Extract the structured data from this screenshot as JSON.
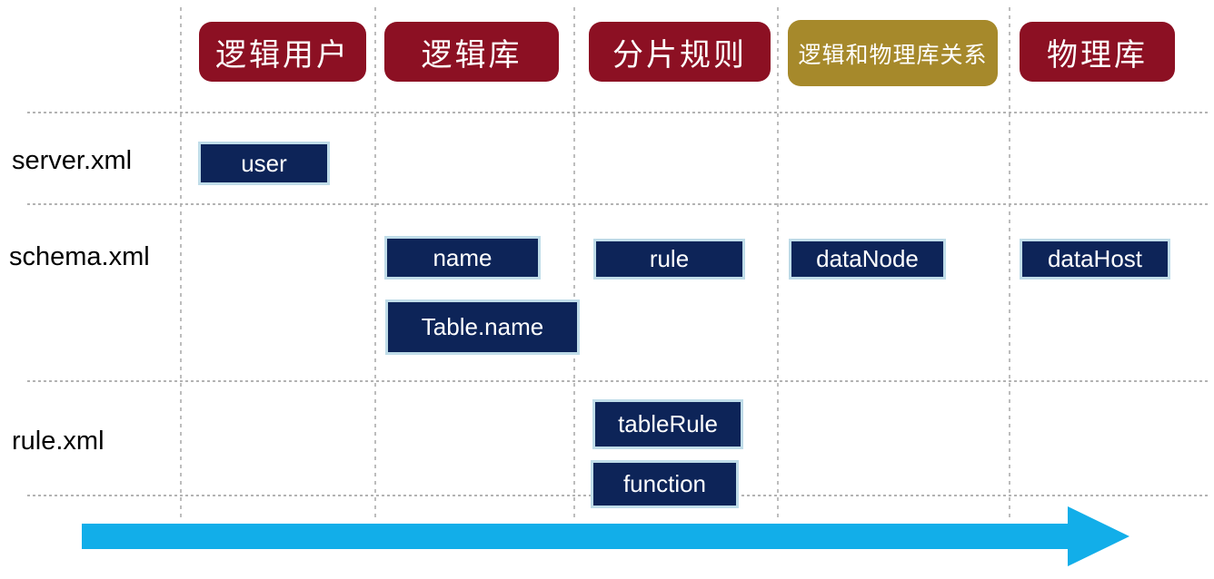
{
  "diagram": {
    "columns": [
      {
        "label": "逻辑用户",
        "color": "#8C1023"
      },
      {
        "label": "逻辑库",
        "color": "#8C1023"
      },
      {
        "label": "分片规则",
        "color": "#8C1023"
      },
      {
        "label": "逻辑和物理库关系",
        "color": "#A6892B"
      },
      {
        "label": "物理库",
        "color": "#8C1023"
      }
    ],
    "rows": [
      {
        "label": "server.xml"
      },
      {
        "label": "schema.xml"
      },
      {
        "label": "rule.xml"
      }
    ],
    "nodes": [
      {
        "label": "user",
        "row": "server.xml",
        "column": "逻辑用户"
      },
      {
        "label": "name",
        "row": "schema.xml",
        "column": "逻辑库"
      },
      {
        "label": "Table.name",
        "row": "schema.xml",
        "column": "逻辑库"
      },
      {
        "label": "rule",
        "row": "schema.xml",
        "column": "分片规则"
      },
      {
        "label": "dataNode",
        "row": "schema.xml",
        "column": "逻辑和物理库关系"
      },
      {
        "label": "dataHost",
        "row": "schema.xml",
        "column": "物理库"
      },
      {
        "label": "tableRule",
        "row": "rule.xml",
        "column": "分片规则"
      },
      {
        "label": "function",
        "row": "rule.xml",
        "column": "分片规则"
      }
    ],
    "colors": {
      "header_red": "#8C1023",
      "header_gold": "#A6892B",
      "node_fill": "#0D2458",
      "node_border": "#BFDCE8",
      "arrow": "#12AEE9",
      "grid_line": "#BDBDBD"
    },
    "arrow": {
      "direction": "right"
    }
  }
}
